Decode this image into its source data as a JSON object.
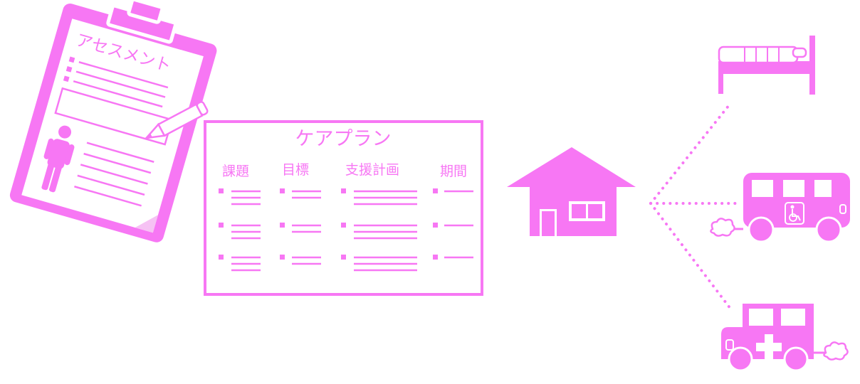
{
  "colors": {
    "accent": "#f777f4",
    "accent_light": "#fbe0fb",
    "paper": "#ffffff",
    "outline": "#eeeeee"
  },
  "assessment": {
    "title": "アセスメント",
    "icons": [
      "clipboard-icon",
      "person-icon",
      "pencil-icon"
    ]
  },
  "care_plan": {
    "title": "ケアプラン",
    "columns": [
      {
        "label": "課題",
        "rows": 3
      },
      {
        "label": "目標",
        "rows": 3
      },
      {
        "label": "支援計画",
        "rows": 3
      },
      {
        "label": "期間",
        "rows": 3
      }
    ]
  },
  "services": {
    "icons": [
      "house-icon",
      "bed-icon",
      "day-service-bus-icon",
      "ambulance-icon"
    ]
  }
}
